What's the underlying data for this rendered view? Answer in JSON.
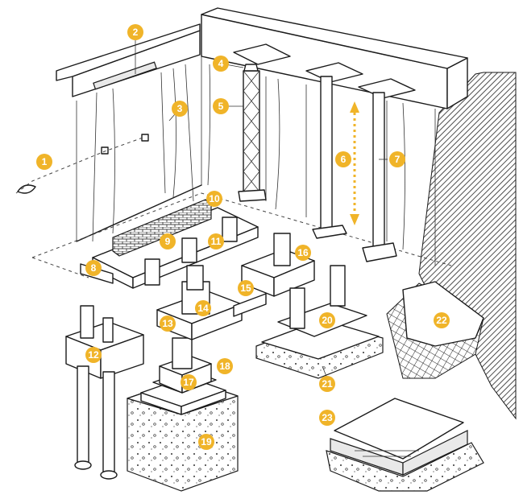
{
  "callouts": [
    {
      "number": "1"
    },
    {
      "number": "2"
    },
    {
      "number": "3"
    },
    {
      "number": "4"
    },
    {
      "number": "5"
    },
    {
      "number": "6"
    },
    {
      "number": "7"
    },
    {
      "number": "8"
    },
    {
      "number": "9"
    },
    {
      "number": "10"
    },
    {
      "number": "11"
    },
    {
      "number": "12"
    },
    {
      "number": "13"
    },
    {
      "number": "14"
    },
    {
      "number": "15"
    },
    {
      "number": "16"
    },
    {
      "number": "17"
    },
    {
      "number": "18"
    },
    {
      "number": "19"
    },
    {
      "number": "20"
    },
    {
      "number": "21"
    },
    {
      "number": "22"
    },
    {
      "number": "23"
    }
  ],
  "colors": {
    "badge": "#f0b429",
    "badge_text": "#ffffff",
    "line": "#1a1a1a",
    "arrow": "#f0b429"
  }
}
